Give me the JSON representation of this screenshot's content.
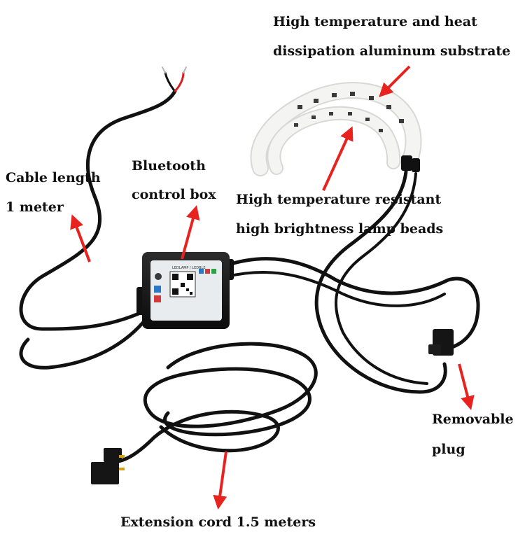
{
  "labels": {
    "heat_line1": "High temperature and heat",
    "heat_line2": "dissipation aluminum substrate",
    "bluetooth_line1": "Bluetooth",
    "bluetooth_line2": "control box",
    "cable_line1": "Cable length",
    "cable_line2": "1 meter",
    "beads_line1": "High temperature resistant",
    "beads_line2": "high brightness lamp beads",
    "plug_line1": "Removable",
    "plug_line2": "plug",
    "extension": "Extension cord 1.5 meters"
  },
  "control_box": {
    "logo_text": "LEDLAMP / LEDBLE"
  },
  "colors": {
    "arrow": "#e8231f",
    "cable": "#111111",
    "strip_white": "#f4f4f2",
    "led_body": "#3a3a3a"
  }
}
